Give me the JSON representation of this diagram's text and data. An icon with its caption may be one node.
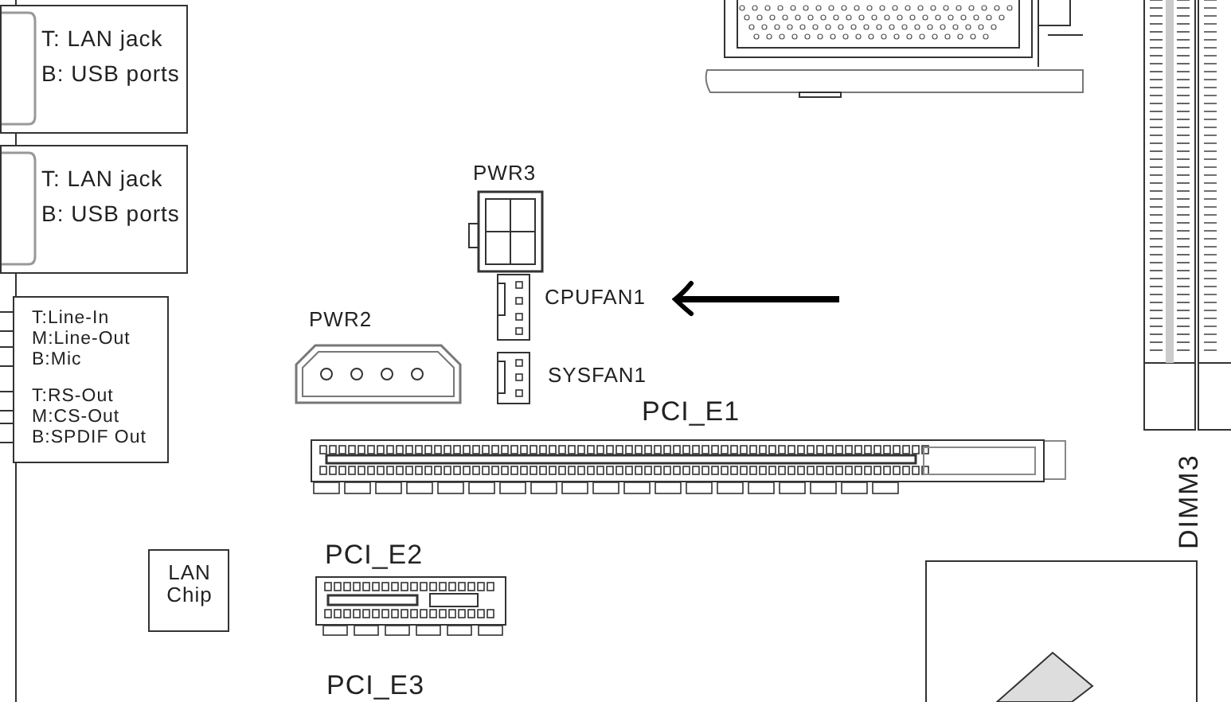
{
  "diagram": {
    "nodes": [
      {
        "text": [
          "T:  LAN jack",
          "B: USB ports"
        ]
      },
      {
        "text": [
          "T:  LAN jack",
          "B: USB ports"
        ]
      },
      {
        "text": [
          "T:Line-In",
          "M:Line-Out",
          "B:Mic",
          "T:RS-Out",
          "M:CS-Out",
          "B:SPDIF Out"
        ]
      },
      {
        "text": [
          "PWR3"
        ]
      },
      {
        "text": [],
        "shape": "box",
        "beside": [
          "CPUFAN1"
        ]
      },
      {
        "text": [],
        "shape": "box",
        "beside": [
          "SYSFAN1"
        ]
      },
      {
        "text": [
          "PWR2"
        ]
      },
      {
        "text": [
          "PCI_E1"
        ]
      },
      {
        "text": [
          "LAN Chip"
        ]
      },
      {
        "text": [
          "PCI_E2"
        ]
      },
      {
        "text": [
          "PCI_E3"
        ]
      },
      {
        "text": [
          "DIMM3"
        ]
      },
      {
        "text": [],
        "shape": "bar"
      },
      {
        "text": [],
        "shape": "box"
      }
    ],
    "edges": [
      {
        "from": null,
        "to": 4,
        "arrow": "to"
      }
    ]
  }
}
